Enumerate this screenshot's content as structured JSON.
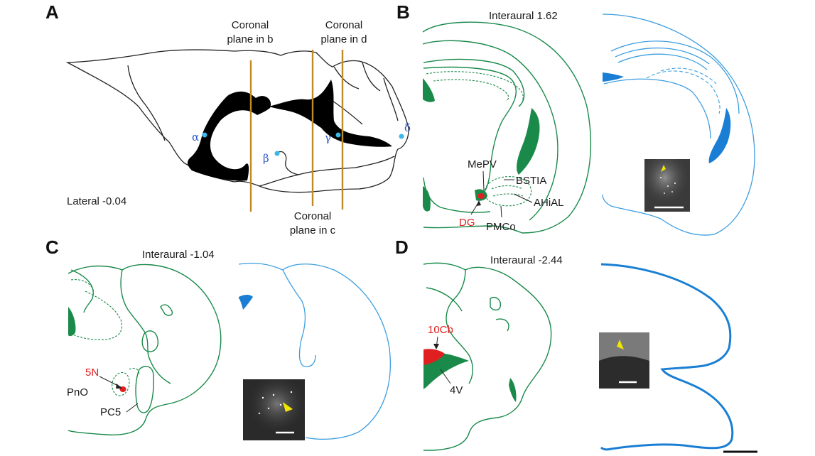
{
  "panels": {
    "A": {
      "letter": "A",
      "plane_b_line1": "Coronal",
      "plane_b_line2": "plane in b",
      "plane_d_line1": "Coronal",
      "plane_d_line2": "plane in d",
      "plane_c_line1": "Coronal",
      "plane_c_line2": "plane in c",
      "lateral": "Lateral -0.04",
      "markers": {
        "alpha": "α",
        "beta": "β",
        "gamma": "γ",
        "delta": "δ"
      },
      "marker_color": "#2a56c6",
      "plane_color": "#c08a28"
    },
    "B": {
      "letter": "B",
      "interaural": "Interaural 1.62",
      "labels": {
        "mepv": "MePV",
        "bstia": "BSTIA",
        "ahial": "AHiAL",
        "dg": "DG",
        "pmco": "PMCo"
      }
    },
    "C": {
      "letter": "C",
      "interaural": "Interaural -1.04",
      "labels": {
        "n5": "5N",
        "pno": "PnO",
        "pc5": "PC5"
      }
    },
    "D": {
      "letter": "D",
      "interaural": "Interaural -2.44",
      "labels": {
        "cb10": "10Cb",
        "v4": "4V"
      }
    }
  },
  "colors": {
    "atlas_green": "#1a8a4a",
    "projection_blue": "#3c9ee0",
    "highlight_red": "#e02020",
    "arrowhead_yellow": "#f2e600"
  }
}
